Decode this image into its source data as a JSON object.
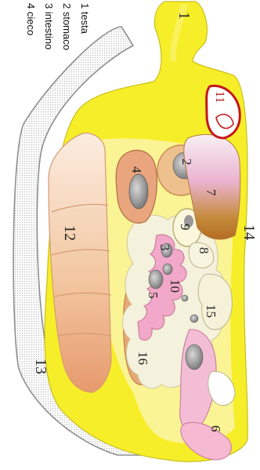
{
  "legend": {
    "items": [
      {
        "label": "1 testa"
      },
      {
        "label": "2 stomaco"
      },
      {
        "label": "3 intestino"
      },
      {
        "label": "4 cieco"
      }
    ]
  },
  "labels": {
    "n1": "1",
    "n2": "2",
    "n3": "3",
    "n4": "4",
    "n5": "5",
    "n6": "6",
    "n7": "7",
    "n8": "8",
    "n9": "9",
    "n10": "10",
    "n11": "11",
    "n12": "12",
    "n13": "13",
    "n14": "14",
    "n15": "15",
    "n16": "16"
  },
  "colors": {
    "body": "#f7ee2a",
    "shell_dots": "#d9d9d9",
    "shell_outline": "#9a9a9a",
    "digestive_gland": "#f2c49a",
    "cecum": "#e9a57e",
    "intestine_pink": "#f2a8c8",
    "pale_organ": "#f3f0d6",
    "brown": "#b8742a",
    "heart_red": "#c4181b",
    "gray_organ": "#8a8a8a"
  }
}
